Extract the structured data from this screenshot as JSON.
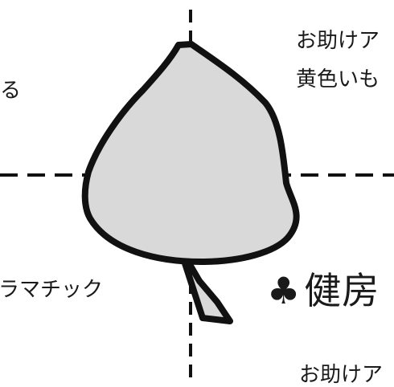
{
  "texts": {
    "left_fragment_1": "る",
    "left_fragment_2": "゙ラマチック",
    "right_line_1": "お助けア",
    "right_line_2": "黄色いも",
    "heading_icon": "♣",
    "heading_text": "健房",
    "right_line_3": "お助けア"
  },
  "colors": {
    "shape_fill": "#d9d9d9",
    "outline": "#111111",
    "guide_line": "#111111",
    "background": "#ffffff"
  }
}
